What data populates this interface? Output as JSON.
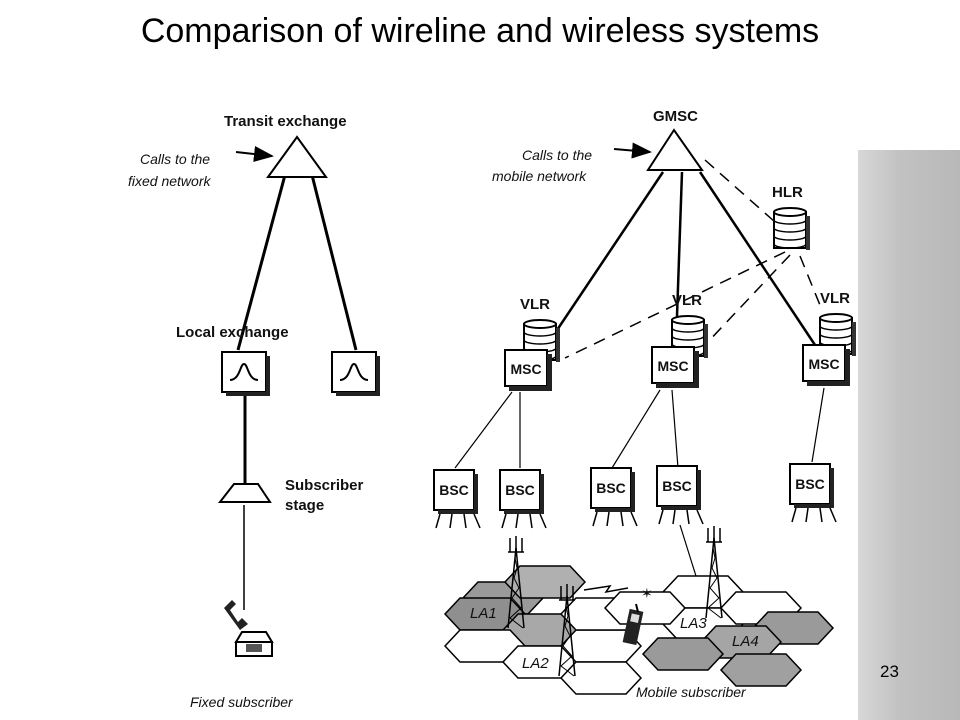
{
  "slide": {
    "title": "Comparison of wireline and wireless systems",
    "page_number": "23"
  },
  "fixed": {
    "transit_exchange": "Transit exchange",
    "calls_line1": "Calls to the",
    "calls_line2": "fixed network",
    "local_exchange": "Local exchange",
    "subscriber_stage_line1": "Subscriber",
    "subscriber_stage_line2": "stage",
    "fixed_subscriber": "Fixed subscriber"
  },
  "mobile": {
    "gmsc": "GMSC",
    "calls_line1": "Calls to the",
    "calls_line2": "mobile network",
    "hlr": "HLR",
    "vlr": "VLR",
    "msc": "MSC",
    "bsc": "BSC",
    "location_areas": [
      "LA1",
      "LA2",
      "LA3",
      "LA4"
    ],
    "mobile_subscriber": "Mobile subscriber"
  }
}
